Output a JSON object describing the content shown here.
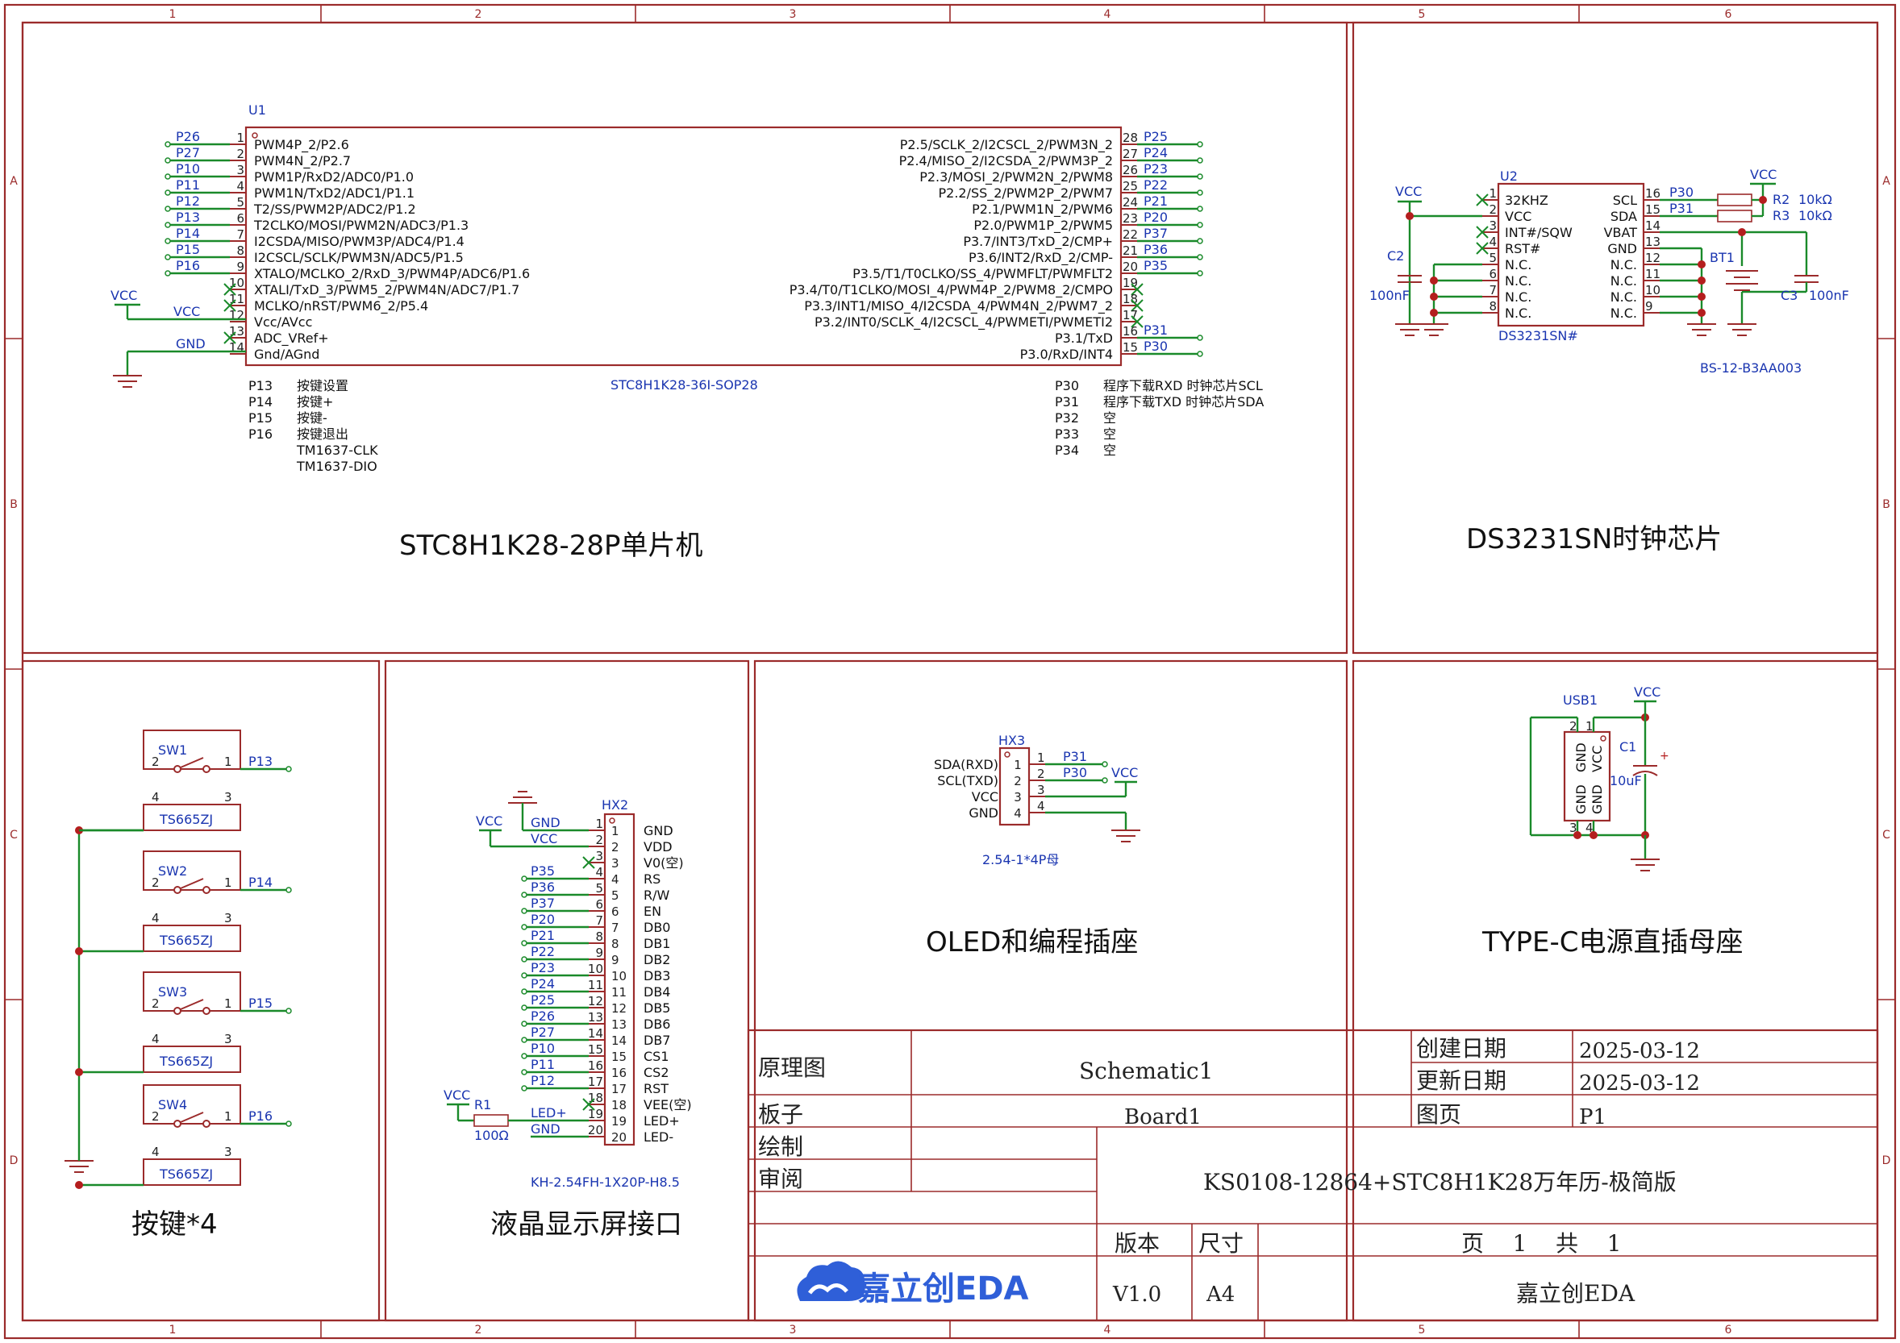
{
  "grid": {
    "columns": [
      "1",
      "2",
      "3",
      "4",
      "5",
      "6"
    ],
    "rows": [
      "A",
      "B",
      "C",
      "D"
    ]
  },
  "blocks": {
    "mcu_title": "STC8H1K28-28P单片机",
    "rtc_title": "DS3231SN时钟芯片",
    "keys_title": "按键*4",
    "lcd_title": "液晶显示屏接口",
    "oled_title": "OLED和编程插座",
    "usb_title": "TYPE-C电源直插母座"
  },
  "u1": {
    "ref": "U1",
    "part": "STC8H1K28-36I-SOP28",
    "left_pins": [
      {
        "num": "1",
        "name": "PWM4P_2/P2.6",
        "net": "P26"
      },
      {
        "num": "2",
        "name": "PWM4N_2/P2.7",
        "net": "P27"
      },
      {
        "num": "3",
        "name": "PWM1P/RxD2/ADC0/P1.0",
        "net": "P10"
      },
      {
        "num": "4",
        "name": "PWM1N/TxD2/ADC1/P1.1",
        "net": "P11"
      },
      {
        "num": "5",
        "name": "T2/SS/PWM2P/ADC2/P1.2",
        "net": "P12"
      },
      {
        "num": "6",
        "name": "T2CLKO/MOSI/PWM2N/ADC3/P1.3",
        "net": "P13"
      },
      {
        "num": "7",
        "name": "I2CSDA/MISO/PWM3P/ADC4/P1.4",
        "net": "P14"
      },
      {
        "num": "8",
        "name": "I2CSCL/SCLK/PWM3N/ADC5/P1.5",
        "net": "P15"
      },
      {
        "num": "9",
        "name": "XTALO/MCLKO_2/RxD_3/PWM4P/ADC6/P1.6",
        "net": "P16"
      },
      {
        "num": "10",
        "name": "XTALI/TxD_3/PWM5_2/PWM4N/ADC7/P1.7",
        "net": ""
      },
      {
        "num": "11",
        "name": "MCLKO/nRST/PWM6_2/P5.4",
        "net": ""
      },
      {
        "num": "12",
        "name": "Vcc/AVcc",
        "net": "VCC"
      },
      {
        "num": "13",
        "name": "ADC_VRef+",
        "net": ""
      },
      {
        "num": "14",
        "name": "Gnd/AGnd",
        "net": "GND"
      }
    ],
    "right_pins": [
      {
        "num": "28",
        "name": "P2.5/SCLK_2/I2CSCL_2/PWM3N_2",
        "net": "P25"
      },
      {
        "num": "27",
        "name": "P2.4/MISO_2/I2CSDA_2/PWM3P_2",
        "net": "P24"
      },
      {
        "num": "26",
        "name": "P2.3/MOSI_2/PWM2N_2/PWM8",
        "net": "P23"
      },
      {
        "num": "25",
        "name": "P2.2/SS_2/PWM2P_2/PWM7",
        "net": "P22"
      },
      {
        "num": "24",
        "name": "P2.1/PWM1N_2/PWM6",
        "net": "P21"
      },
      {
        "num": "23",
        "name": "P2.0/PWM1P_2/PWM5",
        "net": "P20"
      },
      {
        "num": "22",
        "name": "P3.7/INT3/TxD_2/CMP+",
        "net": "P37"
      },
      {
        "num": "21",
        "name": "P3.6/INT2/RxD_2/CMP-",
        "net": "P36"
      },
      {
        "num": "20",
        "name": "P3.5/T1/T0CLKO/SS_4/PWMFLT/PWMFLT2",
        "net": "P35"
      },
      {
        "num": "19",
        "name": "P3.4/T0/T1CLKO/MOSI_4/PWM4P_2/PWM8_2/CMPO",
        "net": ""
      },
      {
        "num": "18",
        "name": "P3.3/INT1/MISO_4/I2CSDA_4/PWM4N_2/PWM7_2",
        "net": ""
      },
      {
        "num": "17",
        "name": "P3.2/INT0/SCLK_4/I2CSCL_4/PWMETI/PWMETI2",
        "net": ""
      },
      {
        "num": "16",
        "name": "P3.1/TxD",
        "net": "P31"
      },
      {
        "num": "15",
        "name": "P3.0/RxD/INT4",
        "net": "P30"
      }
    ],
    "notes_left": [
      {
        "a": "P13",
        "b": "按键设置"
      },
      {
        "a": "P14",
        "b": "按键+"
      },
      {
        "a": "P15",
        "b": "按键-"
      },
      {
        "a": "P16",
        "b": "按键退出"
      },
      {
        "a": "",
        "b": "TM1637-CLK"
      },
      {
        "a": "",
        "b": "TM1637-DIO"
      }
    ],
    "notes_right": [
      {
        "a": "P30",
        "b": "程序下载RXD  时钟芯片SCL"
      },
      {
        "a": "P31",
        "b": "程序下载TXD  时钟芯片SDA"
      },
      {
        "a": "P32",
        "b": "空"
      },
      {
        "a": "P33",
        "b": "空"
      },
      {
        "a": "P34",
        "b": "空"
      }
    ],
    "vcc_label": "VCC",
    "vcc_net": "VCC",
    "gnd_net": "GND"
  },
  "u2": {
    "ref": "U2",
    "part": "DS3231SN#",
    "left_pins": [
      {
        "num": "1",
        "name": "32KHZ"
      },
      {
        "num": "2",
        "name": "VCC"
      },
      {
        "num": "3",
        "name": "INT#/SQW"
      },
      {
        "num": "4",
        "name": "RST#"
      },
      {
        "num": "5",
        "name": "N.C."
      },
      {
        "num": "6",
        "name": "N.C."
      },
      {
        "num": "7",
        "name": "N.C."
      },
      {
        "num": "8",
        "name": "N.C."
      }
    ],
    "right_pins": [
      {
        "num": "16",
        "name": "SCL"
      },
      {
        "num": "15",
        "name": "SDA"
      },
      {
        "num": "14",
        "name": "VBAT"
      },
      {
        "num": "13",
        "name": "GND"
      },
      {
        "num": "12",
        "name": "N.C."
      },
      {
        "num": "11",
        "name": "N.C."
      },
      {
        "num": "10",
        "name": "N.C."
      },
      {
        "num": "9",
        "name": "N.C."
      }
    ],
    "vcc": "VCC",
    "vcc2": "VCC",
    "c2_ref": "C2",
    "c2_val": "100nF",
    "c3_ref": "C3",
    "c3_val": "100nF",
    "bt_ref": "BT1",
    "bt_part": "BS-12-B3AA003",
    "r2_ref": "R2",
    "r2_val": "10kΩ",
    "r3_ref": "R3",
    "r3_val": "10kΩ",
    "net_scl": "P30",
    "net_sda": "P31"
  },
  "keys": {
    "items": [
      {
        "ref": "SW1",
        "net": "P13",
        "part": "TS665ZJ"
      },
      {
        "ref": "SW2",
        "net": "P14",
        "part": "TS665ZJ"
      },
      {
        "ref": "SW3",
        "net": "P15",
        "part": "TS665ZJ"
      },
      {
        "ref": "SW4",
        "net": "P16",
        "part": "TS665ZJ"
      }
    ],
    "pin_labels": [
      "2",
      "1",
      "4",
      "3"
    ]
  },
  "hx2": {
    "ref": "HX2",
    "part": "KH-2.54FH-1X20P-H8.5",
    "pins": [
      {
        "num": "1",
        "name": "GND",
        "net": "GND"
      },
      {
        "num": "2",
        "name": "VDD",
        "net": "VCC"
      },
      {
        "num": "3",
        "name": "V0(空)",
        "net": ""
      },
      {
        "num": "4",
        "name": "RS",
        "net": "P35"
      },
      {
        "num": "5",
        "name": "R/W",
        "net": "P36"
      },
      {
        "num": "6",
        "name": "EN",
        "net": "P37"
      },
      {
        "num": "7",
        "name": "DB0",
        "net": "P20"
      },
      {
        "num": "8",
        "name": "DB1",
        "net": "P21"
      },
      {
        "num": "9",
        "name": "DB2",
        "net": "P22"
      },
      {
        "num": "10",
        "name": "DB3",
        "net": "P23"
      },
      {
        "num": "11",
        "name": "DB4",
        "net": "P24"
      },
      {
        "num": "12",
        "name": "DB5",
        "net": "P25"
      },
      {
        "num": "13",
        "name": "DB6",
        "net": "P26"
      },
      {
        "num": "14",
        "name": "DB7",
        "net": "P27"
      },
      {
        "num": "15",
        "name": "CS1",
        "net": "P10"
      },
      {
        "num": "16",
        "name": "CS2",
        "net": "P11"
      },
      {
        "num": "17",
        "name": "RST",
        "net": "P12"
      },
      {
        "num": "18",
        "name": "VEE(空)",
        "net": ""
      },
      {
        "num": "19",
        "name": "LED+",
        "net": "LED+"
      },
      {
        "num": "20",
        "name": "LED-",
        "net": "GND"
      }
    ],
    "vcc": "VCC",
    "vcc2": "VCC",
    "r1_ref": "R1",
    "r1_val": "100Ω"
  },
  "hx3": {
    "ref": "HX3",
    "part": "2.54-1*4P母",
    "pins": [
      {
        "num": "1",
        "label": "SDA(RXD)",
        "net": "P31"
      },
      {
        "num": "2",
        "label": "SCL(TXD)",
        "net": "P30"
      },
      {
        "num": "3",
        "label": "VCC",
        "net": ""
      },
      {
        "num": "4",
        "label": "GND",
        "net": ""
      }
    ],
    "vcc": "VCC"
  },
  "usb": {
    "ref": "USB1",
    "vcc": "VCC",
    "c1_ref": "C1",
    "c1_val": "10uF",
    "pin_names": [
      "GND",
      "VCC",
      "GND",
      "GND"
    ],
    "pin_nums": [
      "2",
      "1",
      "3",
      "4"
    ]
  },
  "titleblock": {
    "doc_type": "原理图",
    "schematic": "Schematic1",
    "board_label": "板子",
    "board": "Board1",
    "drawn": "绘制",
    "review": "审阅",
    "created_label": "创建日期",
    "created": "2025-03-12",
    "updated_label": "更新日期",
    "updated": "2025-03-12",
    "page_label": "图页",
    "page": "P1",
    "project": "KS0108-12864+STC8H1K28万年历-极简版",
    "version_label": "版本",
    "version": "V1.0",
    "size_label": "尺寸",
    "size": "A4",
    "pages_text": "页    1    共    1",
    "company": "嘉立创EDA",
    "logo": "嘉立创EDA"
  },
  "colors": {
    "frame": "#9b2b2b",
    "wire": "#1a8a2a",
    "net": "#1a35b0",
    "junction": "#b41e1e"
  }
}
